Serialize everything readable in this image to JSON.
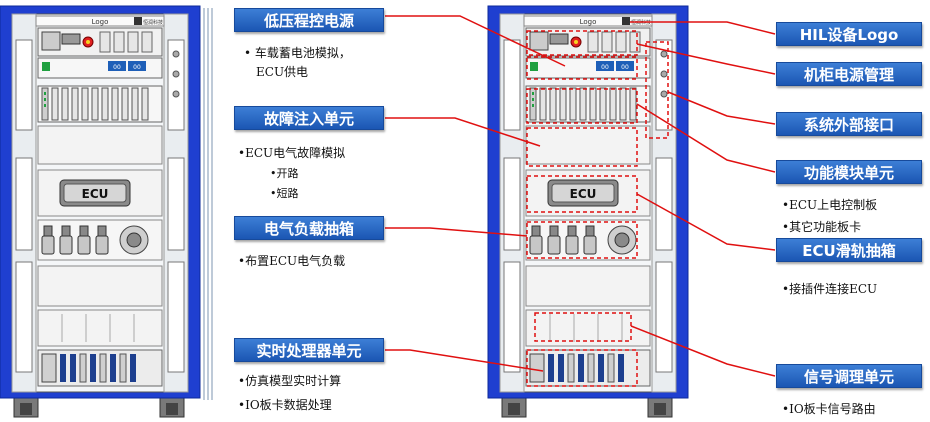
{
  "title": "",
  "cabinet": {
    "logo_text": "Logo",
    "brand_badge": "恒润科技",
    "ecu_label": "ECU",
    "psu_readout_a": "00",
    "psu_readout_b": "00"
  },
  "labels": {
    "low_voltage_psu": "低压程控电源",
    "fault_injection": "故障注入单元",
    "electrical_load": "电气负载抽箱",
    "realtime_processor": "实时处理器单元",
    "hil_logo": "HIL设备Logo",
    "power_management": "机柜电源管理",
    "external_interface": "系统外部接口",
    "function_module": "功能模块单元",
    "ecu_drawer": "ECU滑轨抽箱",
    "signal_conditioning": "信号调理单元"
  },
  "notes": {
    "psu_line1": "• 车载蓄电池模拟，",
    "psu_line2": "ECU供电",
    "fault_line1": "•ECU电气故障模拟",
    "fault_open": "•开路",
    "fault_short": "•短路",
    "load_line1": "•布置ECU电气负载",
    "rt_line1": "•仿真模型实时计算",
    "rt_line2": "•IO板卡数据处理",
    "func_line1": "•ECU上电控制板",
    "func_line2": "•其它功能板卡",
    "ecu_line1": "•接插件连接ECU",
    "sig_line1": "•IO板卡信号路由"
  },
  "colors": {
    "label_blue": "#2a66c4",
    "callout_red": "#e01010",
    "cabinet_blue": "#1f3fd0"
  }
}
